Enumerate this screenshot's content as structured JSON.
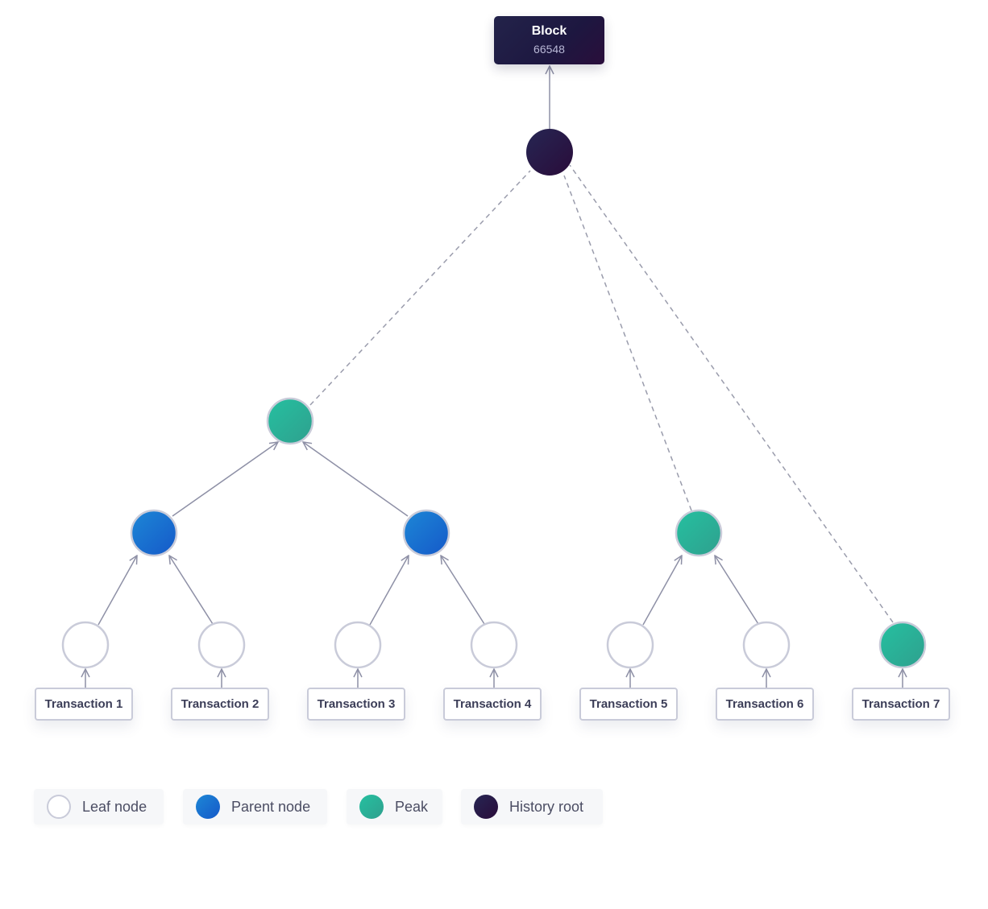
{
  "block": {
    "title": "Block",
    "height": "66548"
  },
  "transactions": [
    "Transaction 1",
    "Transaction 2",
    "Transaction 3",
    "Transaction 4",
    "Transaction 5",
    "Transaction 6",
    "Transaction 7"
  ],
  "legend": [
    {
      "label": "Leaf node",
      "kind": "leaf"
    },
    {
      "label": "Parent node",
      "kind": "parent"
    },
    {
      "label": "Peak",
      "kind": "peak"
    },
    {
      "label": "History root",
      "kind": "root"
    }
  ],
  "colors": {
    "leaf_fill": "#ffffff",
    "leaf_stroke": "#c9cbd9",
    "parent": "#1a6fd0",
    "peak": "#26b39a",
    "root": "#1d1b3f",
    "edge": "#8e90a6",
    "dashed_edge": "#9a9cac"
  }
}
